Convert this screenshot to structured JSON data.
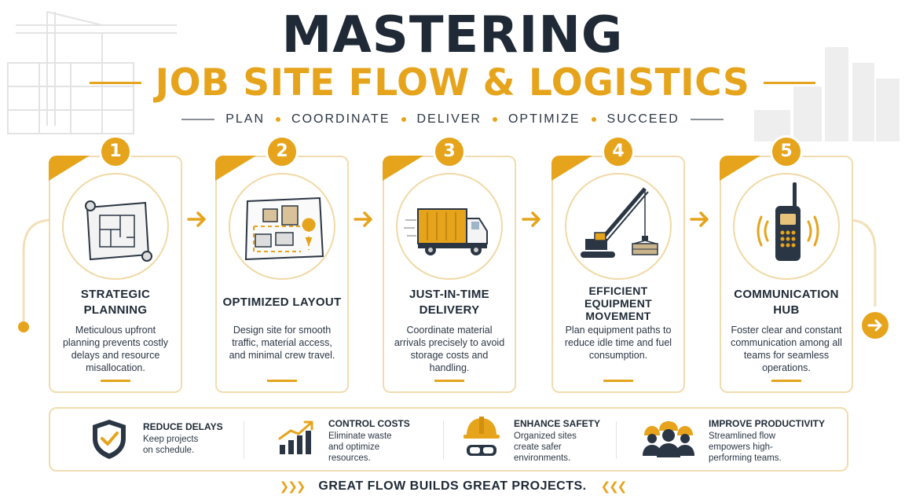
{
  "header": {
    "title": "MASTERING",
    "subtitle": "JOB SITE FLOW & LOGISTICS",
    "tagline": [
      "PLAN",
      "COORDINATE",
      "DELIVER",
      "OPTIMIZE",
      "SUCCEED"
    ]
  },
  "steps": [
    {
      "number": "1",
      "title": "STRATEGIC PLANNING",
      "description": "Meticulous upfront planning prevents costly delays and resource misallocation.",
      "icon": "blueprint-icon"
    },
    {
      "number": "2",
      "title": "OPTIMIZED LAYOUT",
      "description": "Design site for smooth traffic, material access, and minimal crew travel.",
      "icon": "site-layout-icon"
    },
    {
      "number": "3",
      "title": "JUST-IN-TIME DELIVERY",
      "description": "Coordinate material arrivals precisely to avoid storage costs and handling.",
      "icon": "delivery-truck-icon"
    },
    {
      "number": "4",
      "title": "EFFICIENT EQUIPMENT MOVEMENT",
      "description": "Plan equipment paths to reduce idle time and fuel consumption.",
      "icon": "crane-icon"
    },
    {
      "number": "5",
      "title": "COMMUNICATION HUB",
      "description": "Foster clear and constant communication among all teams for seamless operations.",
      "icon": "radio-icon"
    }
  ],
  "benefits": [
    {
      "title": "REDUCE DELAYS",
      "description": "Keep projects on schedule.",
      "icon": "shield-check-icon"
    },
    {
      "title": "CONTROL COSTS",
      "description": "Eliminate waste and optimize resources.",
      "icon": "growth-chart-icon"
    },
    {
      "title": "ENHANCE SAFETY",
      "description": "Organized sites create safer environments.",
      "icon": "hard-hat-goggles-icon"
    },
    {
      "title": "IMPROVE PRODUCTIVITY",
      "description": "Streamlined flow empowers high-performing teams.",
      "icon": "team-icon"
    }
  ],
  "footer": {
    "text": "GREAT FLOW BUILDS GREAT PROJECTS."
  },
  "colors": {
    "accent": "#e6a41c",
    "dark": "#1f2a36",
    "card_border": "#f1dcb0"
  }
}
